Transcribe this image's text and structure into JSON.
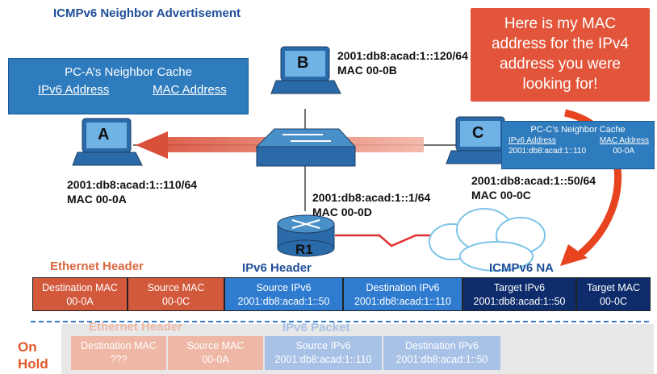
{
  "title": "ICMPv6 Neighbor Advertisement",
  "pc_a_cache": {
    "title": "PC-A’s Neighbor Cache",
    "col_ipv6": "IPv6 Address",
    "col_mac": "MAC Address"
  },
  "callout": {
    "lines": [
      "Here is my MAC",
      "address for the IPv4",
      "address you were",
      "looking for!"
    ]
  },
  "pc_c_cache": {
    "title": "PC-C’s Neighbor Cache",
    "col_ipv6": "IPv6 Address",
    "col_mac": "MAC Address",
    "entry_ipv6": "2001:db8:acad:1::110",
    "entry_mac": "00-0A"
  },
  "nodes": {
    "a": {
      "letter": "A",
      "ipv6": "2001:db8:acad:1::110/64",
      "mac": "MAC 00-0A"
    },
    "b": {
      "letter": "B",
      "ipv6": "2001:db8:acad:1::120/64",
      "mac": "MAC 00-0B"
    },
    "c": {
      "letter": "C",
      "ipv6": "2001:db8:acad:1::50/64",
      "mac": "MAC 00-0C"
    },
    "r1": {
      "letter": "R1",
      "ipv6": "2001:db8:acad:1::1/64",
      "mac": "MAC 00-0D"
    }
  },
  "frame": {
    "eth_header_label": "Ethernet Header",
    "ipv6_header_label": "IPv6 Header",
    "icmpv6_label": "ICMPv6 NA",
    "fields": [
      {
        "name": "Destination MAC",
        "value": "00-0A",
        "color": "#d2593c"
      },
      {
        "name": "Source MAC",
        "value": "00-0C",
        "color": "#d2593c"
      },
      {
        "name": "Source IPv6",
        "value": "2001:db8:acad:1::50",
        "color": "#2e7bd0"
      },
      {
        "name": "Destination IPv6",
        "value": "2001:db8:acad:1::110",
        "color": "#2e7bd0"
      },
      {
        "name": "Target IPv6",
        "value": "2001:db8:acad:1::50",
        "color": "#0e2c6b"
      },
      {
        "name": "Target MAC",
        "value": "00-0C",
        "color": "#0e2c6b"
      }
    ]
  },
  "on_hold": {
    "label_line1": "On",
    "label_line2": "Hold",
    "eth_header_label": "Ethernet Header",
    "packet_label": "IPv6 Packet",
    "fields": [
      {
        "name": "Destination MAC",
        "value": "???",
        "color": "#eeb7a6"
      },
      {
        "name": "Source MAC",
        "value": "00-0A",
        "color": "#eeb7a6"
      },
      {
        "name": "Source IPv6",
        "value": "2001:db8:acad:1::110",
        "color": "#a8c1e6"
      },
      {
        "name": "Destination IPv6",
        "value": "2001:db8:acad:1::50",
        "color": "#a8c1e6"
      }
    ]
  }
}
